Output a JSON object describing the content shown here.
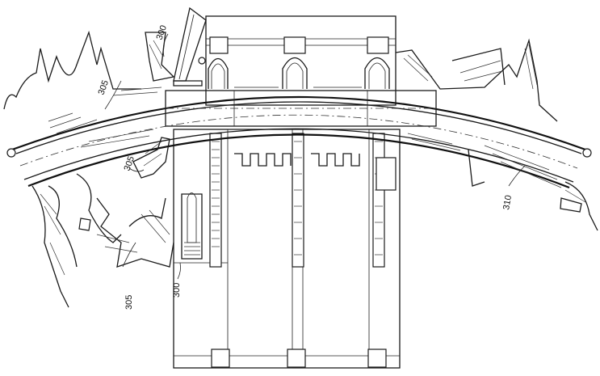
{
  "reference_labels": {
    "label_300_top": "300",
    "label_300_bottom": "300",
    "label_305_left_upper": "305",
    "label_305_middle": "305",
    "label_305_bottom": "305",
    "label_310": "310"
  },
  "colors": {
    "line": "#1a1a1a",
    "background": "#ffffff"
  }
}
